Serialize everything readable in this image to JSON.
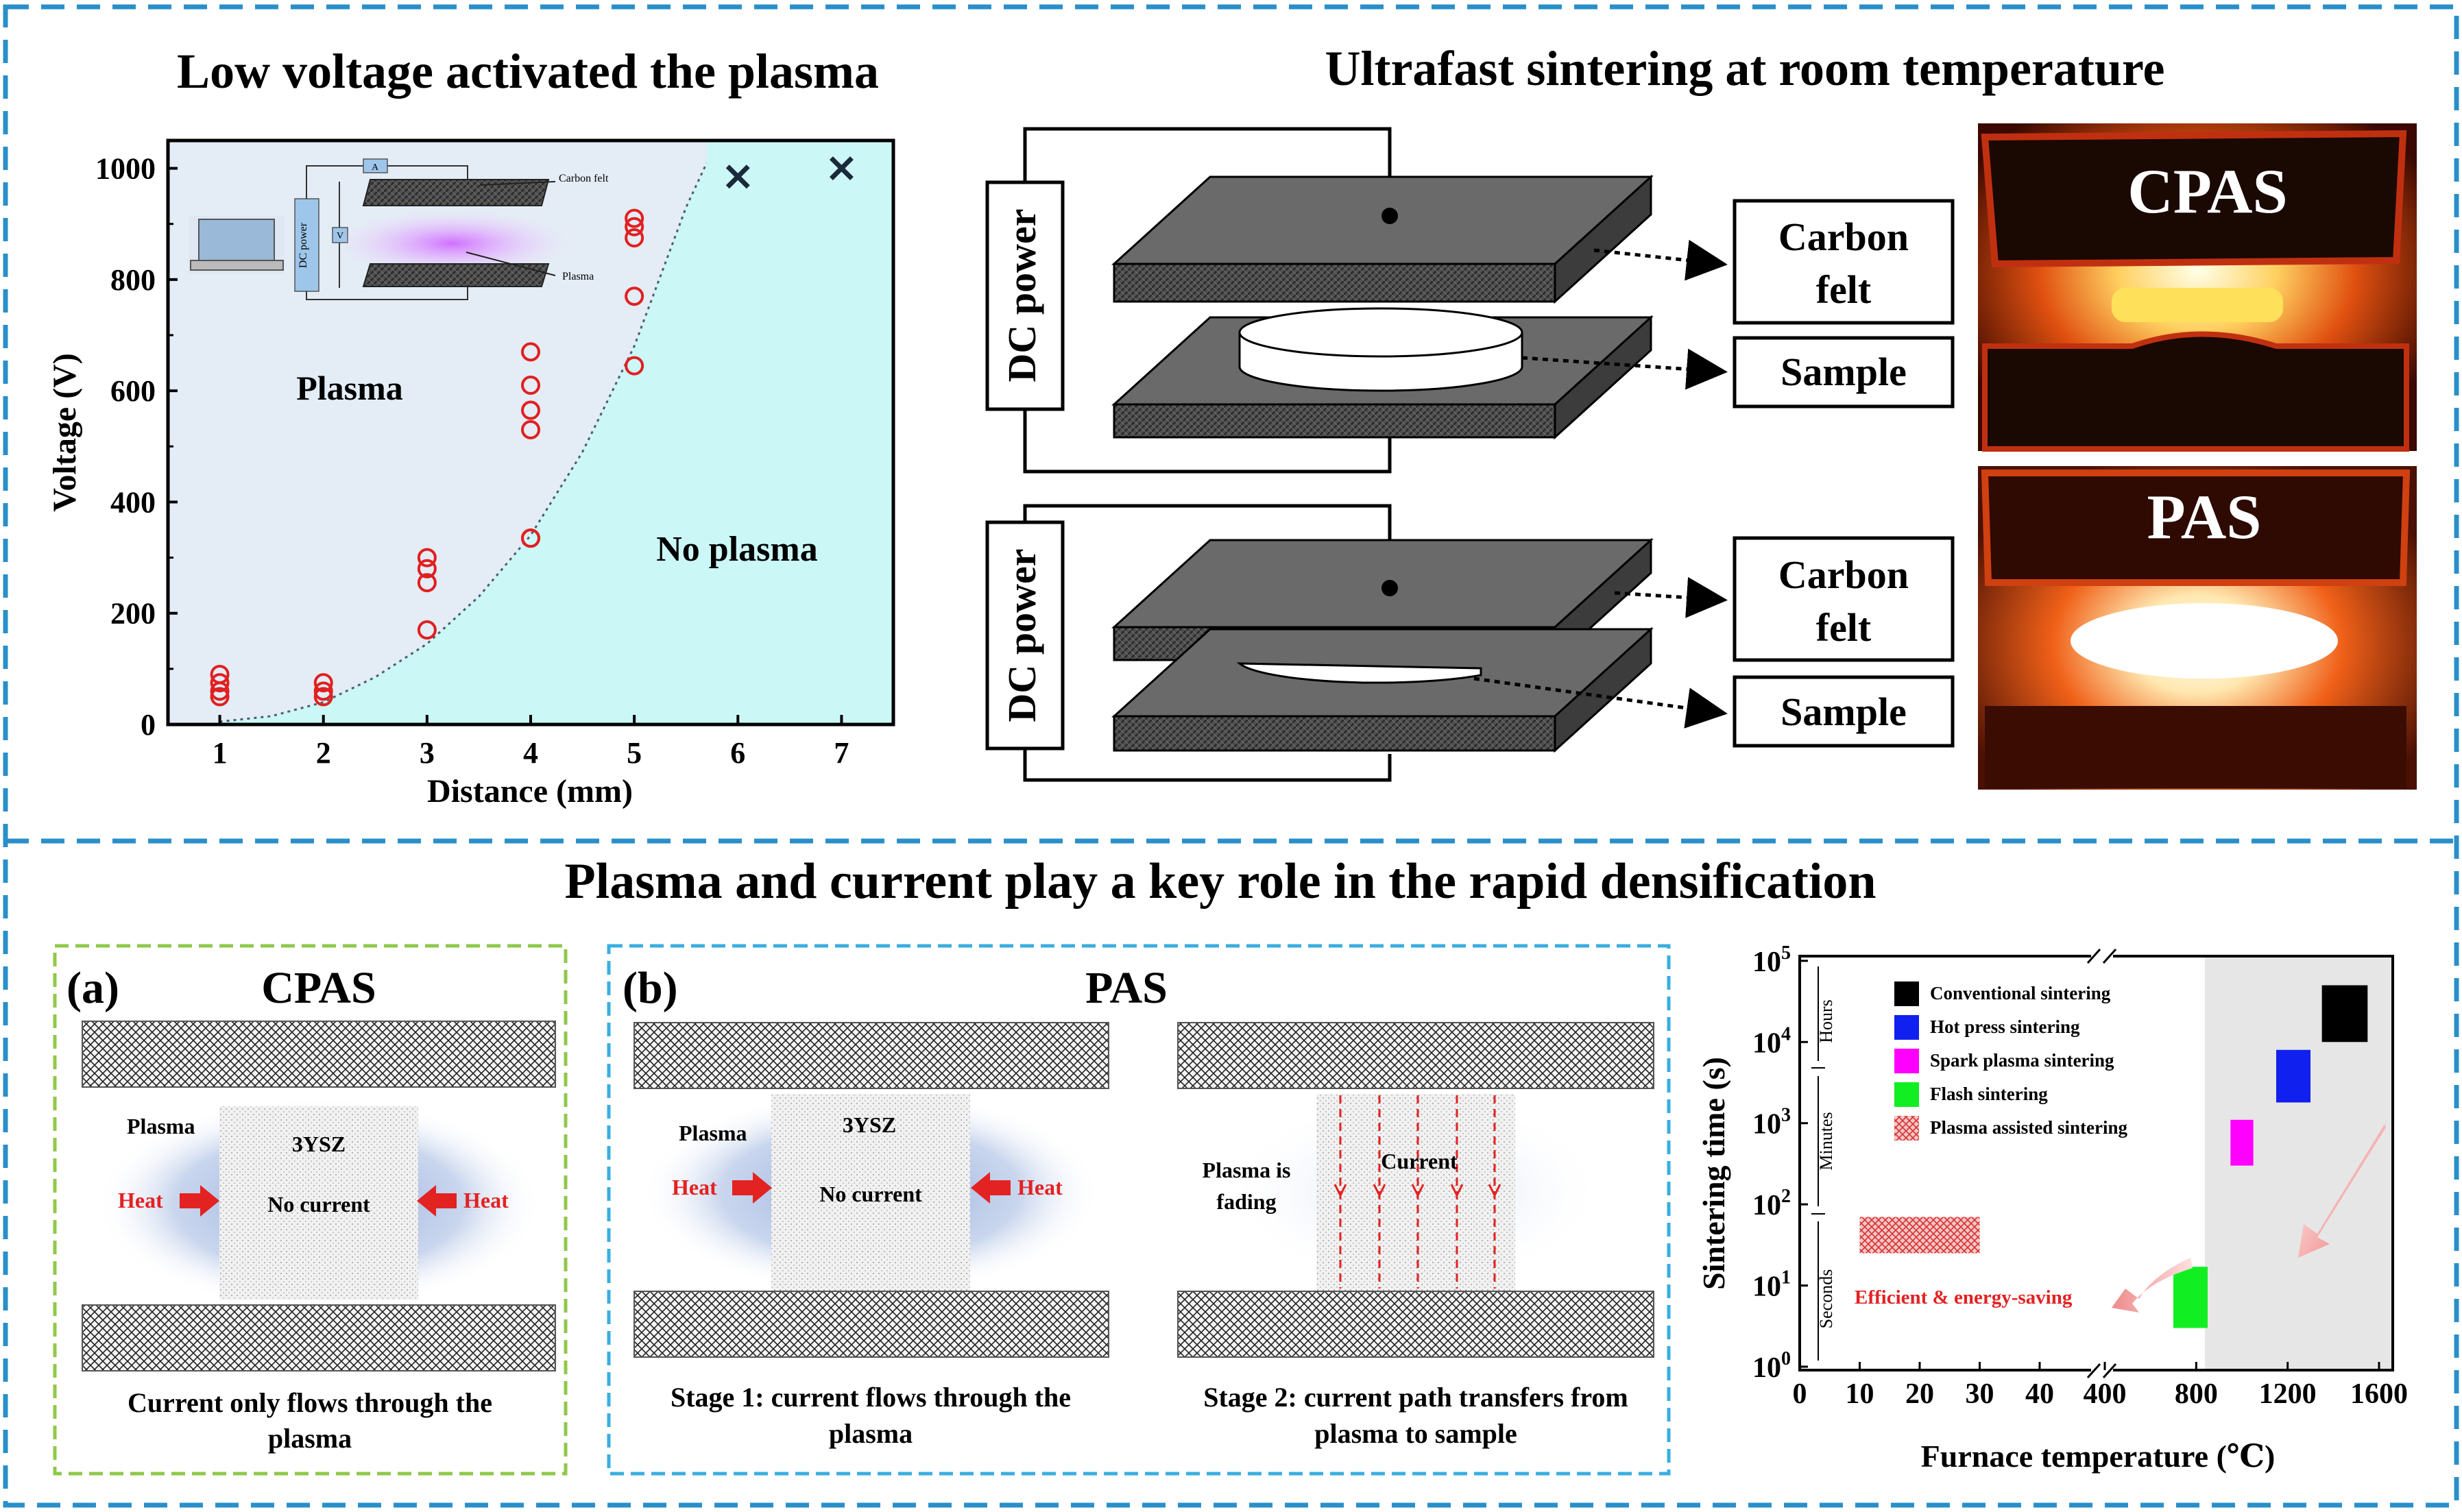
{
  "colors": {
    "outer_border": "#2a8fc8",
    "panel_a_border": "#8fc84a",
    "panel_b_border": "#3aaee0",
    "plasma_region": "#e4ecf6",
    "no_plasma_region": "#ccf7f7",
    "marker_red": "#e02020",
    "arrow_red": "#e32222",
    "felt_dark": "#4a4a4a",
    "chart_grey_band": "#e6e6e6",
    "conventional": "#000000",
    "hot_press": "#1020ee",
    "spark_plasma": "#ff00ff",
    "flash": "#11ee22",
    "plasma_assisted": "#e24040"
  },
  "headings": {
    "top_left": "Low voltage activated the plasma",
    "top_right": "Ultrafast sintering at room temperature",
    "middle": "Plasma and current play a key role in the rapid densification"
  },
  "voltage_chart": {
    "ylabel": "Voltage (V)",
    "xlabel": "Distance (mm)",
    "xticks": [
      "1",
      "2",
      "3",
      "4",
      "5",
      "6",
      "7"
    ],
    "yticks": [
      "0",
      "200",
      "400",
      "600",
      "800",
      "1000"
    ],
    "region_plasma": "Plasma",
    "region_no_plasma": "No plasma",
    "inset": {
      "ammeter": "A",
      "voltmeter": "V",
      "dc_power": "DC power",
      "carbon_felt": "Carbon felt",
      "plasma": "Plasma"
    }
  },
  "chart_data": [
    {
      "type": "scatter",
      "xlabel": "Distance (mm)",
      "ylabel": "Voltage (V)",
      "xlim": [
        0.5,
        7.5
      ],
      "ylim": [
        0,
        1050
      ],
      "series": [
        {
          "marker": "open-circle",
          "color": "#e02020",
          "x": [
            1,
            1,
            1,
            1,
            2,
            2,
            2,
            3,
            3,
            3,
            3,
            4,
            4,
            4,
            4,
            4,
            4,
            5,
            5,
            5,
            5,
            5
          ],
          "y": [
            90,
            75,
            60,
            50,
            75,
            60,
            50,
            300,
            280,
            255,
            170,
            670,
            610,
            565,
            530,
            335,
            335,
            910,
            895,
            875,
            770,
            645
          ]
        },
        {
          "marker": "cross",
          "color": "#1a2a3a",
          "x": [
            6,
            7
          ],
          "y": [
            985,
            1000
          ]
        }
      ],
      "boundary": {
        "x": [
          1,
          1.5,
          2,
          2.5,
          3,
          3.5,
          4,
          4.5,
          5,
          5.3,
          5.5,
          5.7
        ],
        "y": [
          5,
          15,
          40,
          85,
          145,
          230,
          340,
          490,
          680,
          830,
          930,
          1010
        ]
      },
      "regions": [
        "Plasma",
        "No plasma"
      ]
    },
    {
      "type": "bar",
      "xlabel": "Furnace temperature (℃)",
      "ylabel": "Sintering time (s)",
      "x_scale": "broken",
      "y_scale": "log",
      "ylim": [
        1,
        100000
      ],
      "xticks": [
        "0",
        "10",
        "20",
        "30",
        "40",
        "400",
        "800",
        "1200",
        "1600"
      ],
      "yticks": [
        "10^0",
        "10^1",
        "10^2",
        "10^3",
        "10^4",
        "10^5"
      ],
      "bands": [
        "Seconds",
        "Minutes",
        "Hours"
      ],
      "series": [
        {
          "name": "Conventional sintering",
          "x_range": [
            1350,
            1550
          ],
          "y_range": [
            10000,
            50000
          ]
        },
        {
          "name": "Hot press sintering",
          "x_range": [
            1150,
            1300
          ],
          "y_range": [
            1800,
            8000
          ]
        },
        {
          "name": "Spark plasma sintering",
          "x_range": [
            950,
            1050
          ],
          "y_range": [
            300,
            1100
          ]
        },
        {
          "name": "Flash sintering",
          "x_range": [
            700,
            850
          ],
          "y_range": [
            3,
            17
          ]
        },
        {
          "name": "Plasma assisted sintering",
          "x_range": [
            10,
            30
          ],
          "y_range": [
            25,
            70
          ]
        }
      ],
      "annotation": "Efficient & energy-saving"
    }
  ],
  "setup": {
    "dc_power": "DC power",
    "carbon_felt_1": "Carbon",
    "carbon_felt_2": "felt",
    "sample": "Sample",
    "photo_top": "CPAS",
    "photo_bottom": "PAS"
  },
  "panel_a": {
    "tag": "(a)",
    "title": "CPAS",
    "plasma": "Plasma",
    "material": "3YSZ",
    "heat_left": "Heat",
    "heat_right": "Heat",
    "no_current": "No current",
    "caption_1": "Current only flows through the",
    "caption_2": "plasma"
  },
  "panel_b": {
    "tag": "(b)",
    "title": "PAS",
    "stage1": {
      "plasma": "Plasma",
      "material": "3YSZ",
      "heat_left": "Heat",
      "heat_right": "Heat",
      "no_current": "No current",
      "caption_1": "Stage 1: current flows through the",
      "caption_2": "plasma"
    },
    "stage2": {
      "plasma_1": "Plasma is",
      "plasma_2": "fading",
      "current": "Current",
      "caption_1": "Stage 2: current path transfers from",
      "caption_2": "plasma to sample"
    }
  },
  "sintering_chart": {
    "ylabel": "Sintering time (s)",
    "xlabel": "Furnace temperature (℃)",
    "xticks": [
      "0",
      "10",
      "20",
      "30",
      "40",
      "400",
      "800",
      "1200",
      "1600"
    ],
    "yticks": [
      "10",
      "10",
      "10",
      "10",
      "10",
      "10"
    ],
    "yexps": [
      "0",
      "1",
      "2",
      "3",
      "4",
      "5"
    ],
    "bands": [
      "Seconds",
      "Minutes",
      "Hours"
    ],
    "legend": [
      "Conventional sintering",
      "Hot press sintering",
      "Spark plasma sintering",
      "Flash sintering",
      "Plasma assisted sintering"
    ],
    "annotation": "Efficient & energy-saving"
  }
}
